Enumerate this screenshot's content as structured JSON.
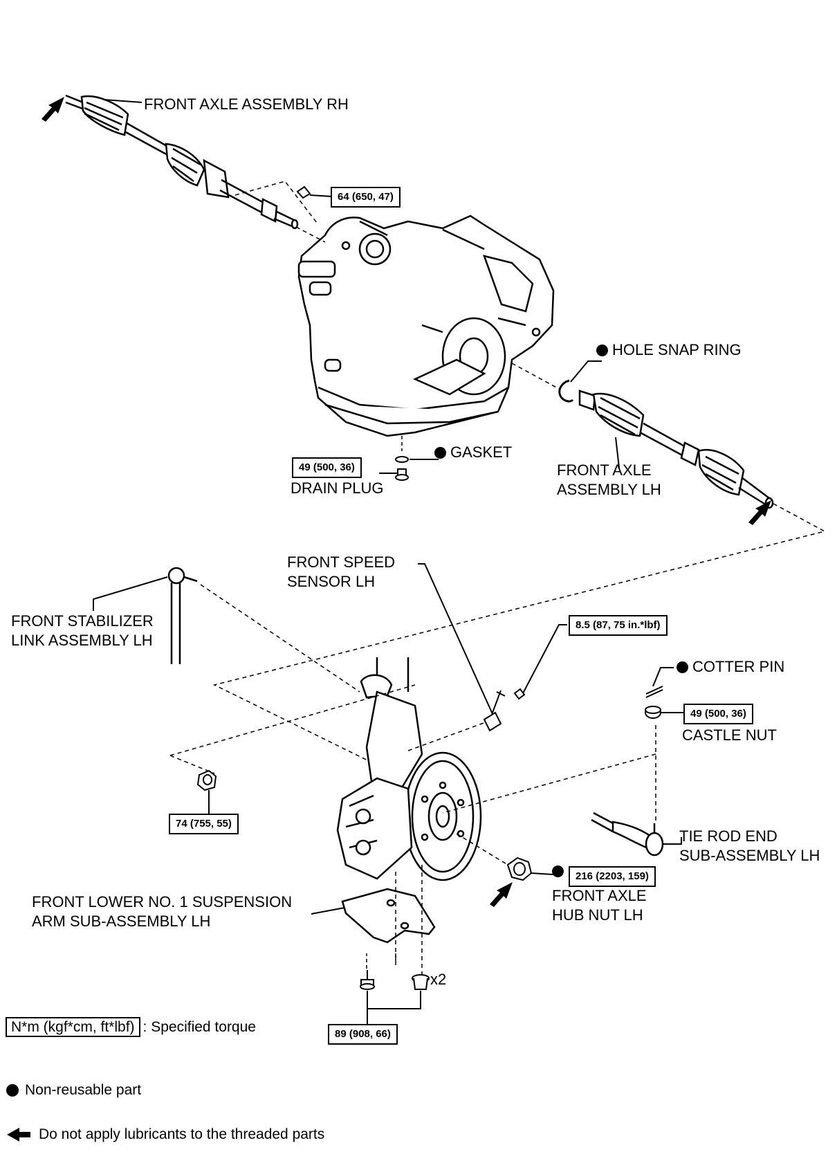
{
  "labels": {
    "front_axle_rh": "FRONT AXLE ASSEMBLY RH",
    "hole_snap_ring": "HOLE SNAP RING",
    "gasket": "GASKET",
    "drain_plug": "DRAIN PLUG",
    "front_axle_lh_line1": "FRONT AXLE",
    "front_axle_lh_line2": "ASSEMBLY LH",
    "speed_sensor_line1": "FRONT SPEED",
    "speed_sensor_line2": "SENSOR LH",
    "stabilizer_line1": "FRONT STABILIZER",
    "stabilizer_line2": "LINK ASSEMBLY LH",
    "cotter_pin": "COTTER PIN",
    "castle_nut": "CASTLE NUT",
    "tie_rod_line1": "TIE ROD END",
    "tie_rod_line2": "SUB-ASSEMBLY LH",
    "hub_nut_line1": "FRONT AXLE",
    "hub_nut_line2": "HUB NUT LH",
    "lower_arm_line1": "FRONT LOWER NO. 1 SUSPENSION",
    "lower_arm_line2": "ARM SUB-ASSEMBLY LH",
    "x2": "x2"
  },
  "torques": {
    "axle_bolt": "64 (650, 47)",
    "drain_plug": "49 (500, 36)",
    "speed_sensor": "8.5 (87, 75 in.*lbf)",
    "castle_nut": "49 (500, 36)",
    "stabilizer_nut": "74 (755, 55)",
    "hub_nut": "216 (2203, 159)",
    "lower_arm_bolts": "89 (908, 66)"
  },
  "legend": {
    "torque_unit": "N*m (kgf*cm, ft*lbf)",
    "torque_desc": ": Specified torque",
    "non_reusable": "Non-reusable part",
    "no_lubricant": "Do not apply lubricants to the threaded parts"
  }
}
